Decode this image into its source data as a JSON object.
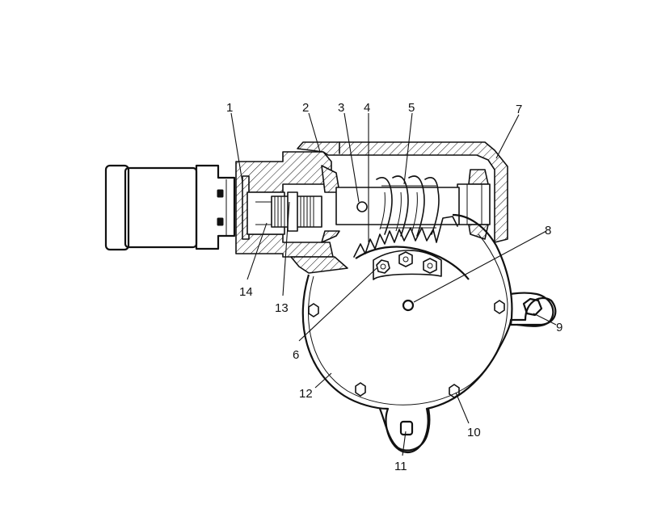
{
  "callouts": [
    {
      "id": "1",
      "label": "1"
    },
    {
      "id": "2",
      "label": "2"
    },
    {
      "id": "3",
      "label": "3"
    },
    {
      "id": "4",
      "label": "4"
    },
    {
      "id": "5",
      "label": "5"
    },
    {
      "id": "6",
      "label": "6"
    },
    {
      "id": "7",
      "label": "7"
    },
    {
      "id": "8",
      "label": "8"
    },
    {
      "id": "9",
      "label": "9"
    },
    {
      "id": "10",
      "label": "10"
    },
    {
      "id": "11",
      "label": "11"
    },
    {
      "id": "12",
      "label": "12"
    },
    {
      "id": "13",
      "label": "13"
    },
    {
      "id": "14",
      "label": "14"
    }
  ],
  "colors": {
    "ink": "#111111",
    "background": "#ffffff"
  }
}
